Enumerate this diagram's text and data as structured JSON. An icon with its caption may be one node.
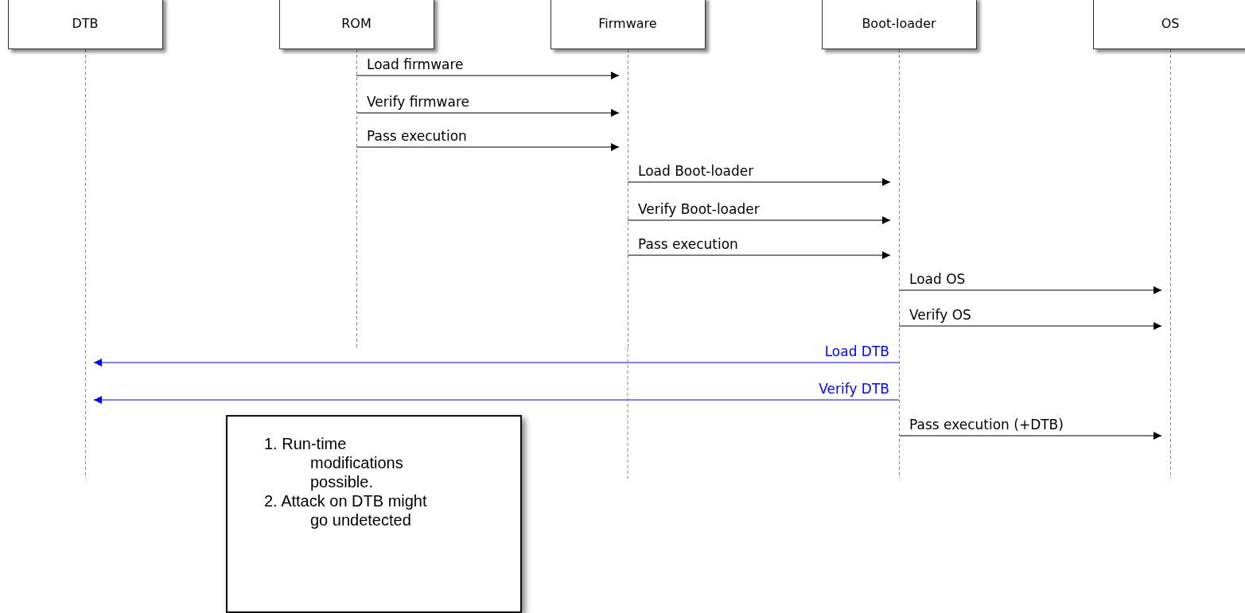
{
  "diagram": {
    "nodes": [
      {
        "text": [
          "DTB"
        ]
      },
      {
        "text": [
          "ROM"
        ]
      },
      {
        "text": [
          "Firmware"
        ]
      },
      {
        "text": [
          "Boot-loader"
        ]
      },
      {
        "text": [
          "OS"
        ]
      },
      {
        "text": [
          "1. Run-time modifications possible.",
          "2. Attack on DTB might go undetected"
        ]
      }
    ],
    "edges": [
      {
        "from": 1,
        "to": 2,
        "arrow": "to",
        "label": "Load firmware"
      },
      {
        "from": 1,
        "to": 2,
        "arrow": "to",
        "label": "Verify firmware"
      },
      {
        "from": 1,
        "to": 2,
        "arrow": "to",
        "label": "Pass execution"
      },
      {
        "from": 2,
        "to": 3,
        "arrow": "to",
        "label": "Load Boot-loader"
      },
      {
        "from": 2,
        "to": 3,
        "arrow": "to",
        "label": "Verify Boot-loader"
      },
      {
        "from": 2,
        "to": 3,
        "arrow": "to",
        "label": "Pass execution"
      },
      {
        "from": 3,
        "to": 4,
        "arrow": "to",
        "label": "Load OS"
      },
      {
        "from": 3,
        "to": 4,
        "arrow": "to",
        "label": "Verify OS"
      },
      {
        "from": 3,
        "to": 0,
        "arrow": "to",
        "label": "Load DTB",
        "color": "#0000ff"
      },
      {
        "from": 3,
        "to": 0,
        "arrow": "to",
        "label": "Verify DTB",
        "color": "#0000ff"
      },
      {
        "from": 3,
        "to": 4,
        "arrow": "to",
        "label": "Pass execution (+DTB)"
      }
    ]
  }
}
